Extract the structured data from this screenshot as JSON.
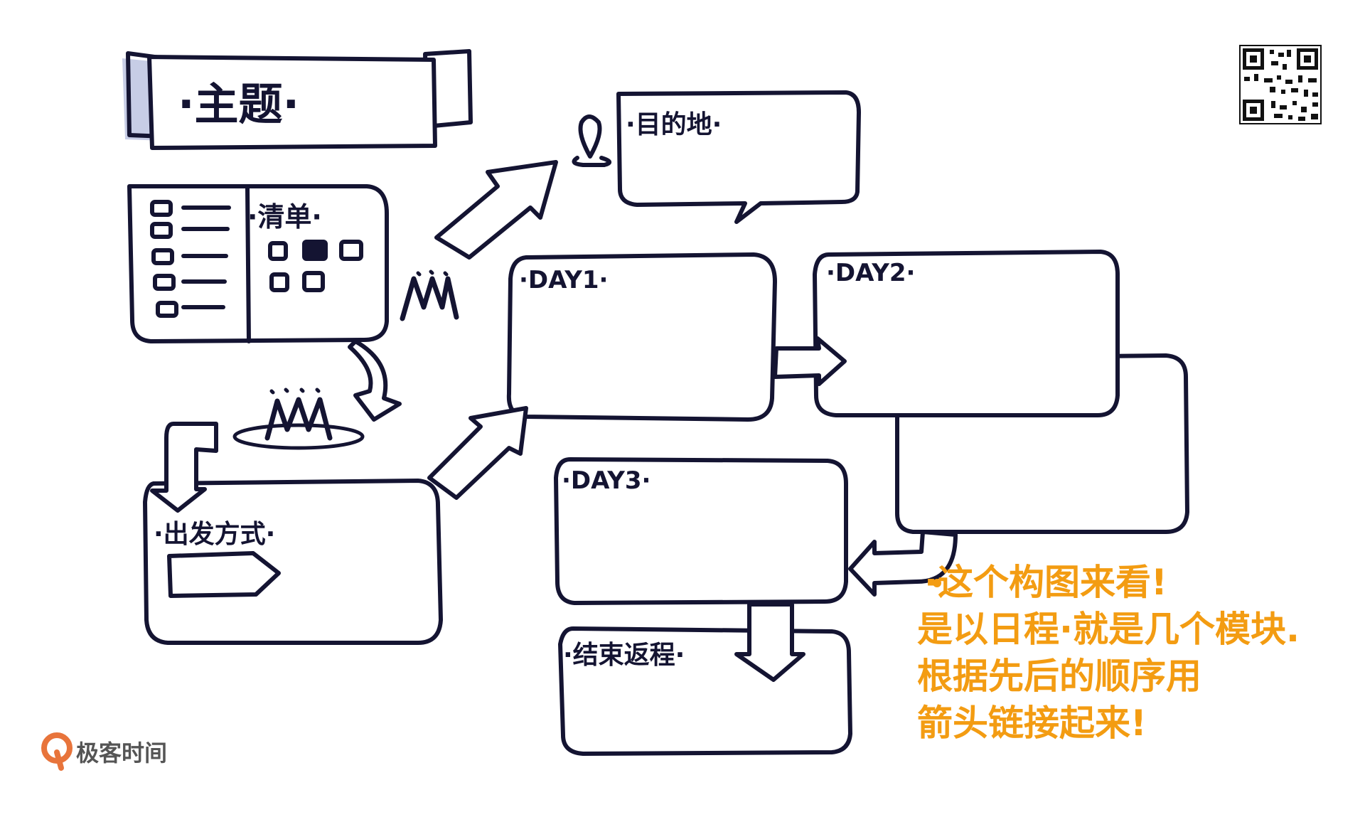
{
  "title": "·主题·",
  "checklist": {
    "label": "·清单·"
  },
  "destination": {
    "label": "·目的地·"
  },
  "days": [
    {
      "label": "·DAY1·"
    },
    {
      "label": "·DAY2·"
    },
    {
      "label": "·DAY3·"
    }
  ],
  "departure": {
    "label": "·出发方式·"
  },
  "return_trip": {
    "label": "·结束返程·"
  },
  "note": {
    "lines": [
      "·这个构图来看!",
      "是以日程·就是几个模块.",
      "根据先后的顺序用",
      "箭头链接起来!"
    ]
  },
  "brand": {
    "name": "极客时间"
  },
  "watermark": "极客时间",
  "colors": {
    "ink": "#141432",
    "note": "#f39c12",
    "banner_shadow": "#c7cde6",
    "brand_orange": "#e8743b"
  }
}
